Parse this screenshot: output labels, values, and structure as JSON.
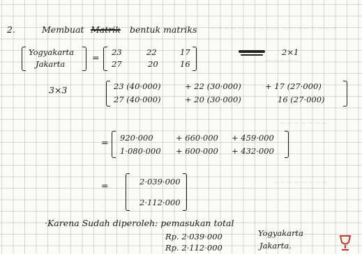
{
  "problem": {
    "number": "2.",
    "crossed_word": "Matrik",
    "title_rest": "bentuk matriks"
  },
  "matrix_def": {
    "row1_label": "Yogyakarta",
    "row2_label": "Jakarta",
    "equals": "=",
    "row1_values": [
      "23",
      "22",
      "17"
    ],
    "row2_values": [
      "27",
      "20",
      "16"
    ],
    "note": "2×1"
  },
  "multiplication": {
    "size_label": "3×3",
    "row1": [
      "23 (40·000)",
      "+ 22 (30·000)",
      "+ 17 (27·000)"
    ],
    "row2": [
      "27 (40·000)",
      "+ 20 (30·000)",
      "16 (27·000)"
    ]
  },
  "step2": {
    "equals": "=",
    "row1": [
      "920·000",
      "+ 660·000",
      "+ 459·000"
    ],
    "row2": [
      "1·080·000",
      "+ 600·000",
      "+ 432·000"
    ]
  },
  "step3": {
    "equals": "=",
    "row1": "2·039·000",
    "row2": "2·112·000"
  },
  "conclusion": {
    "line1": "·Karena Sudah diperoleh: pemasukan total",
    "line2_amount": "Rp. 2·039·000",
    "line2_city": "Yogyakarta",
    "line3_amount": "Rp. 2·112·000",
    "line3_city": "Jakarta."
  },
  "colors": {
    "ink": "#1a1a1a",
    "trophy": "#c0392b"
  },
  "icons": {
    "corner": "trophy-icon"
  }
}
